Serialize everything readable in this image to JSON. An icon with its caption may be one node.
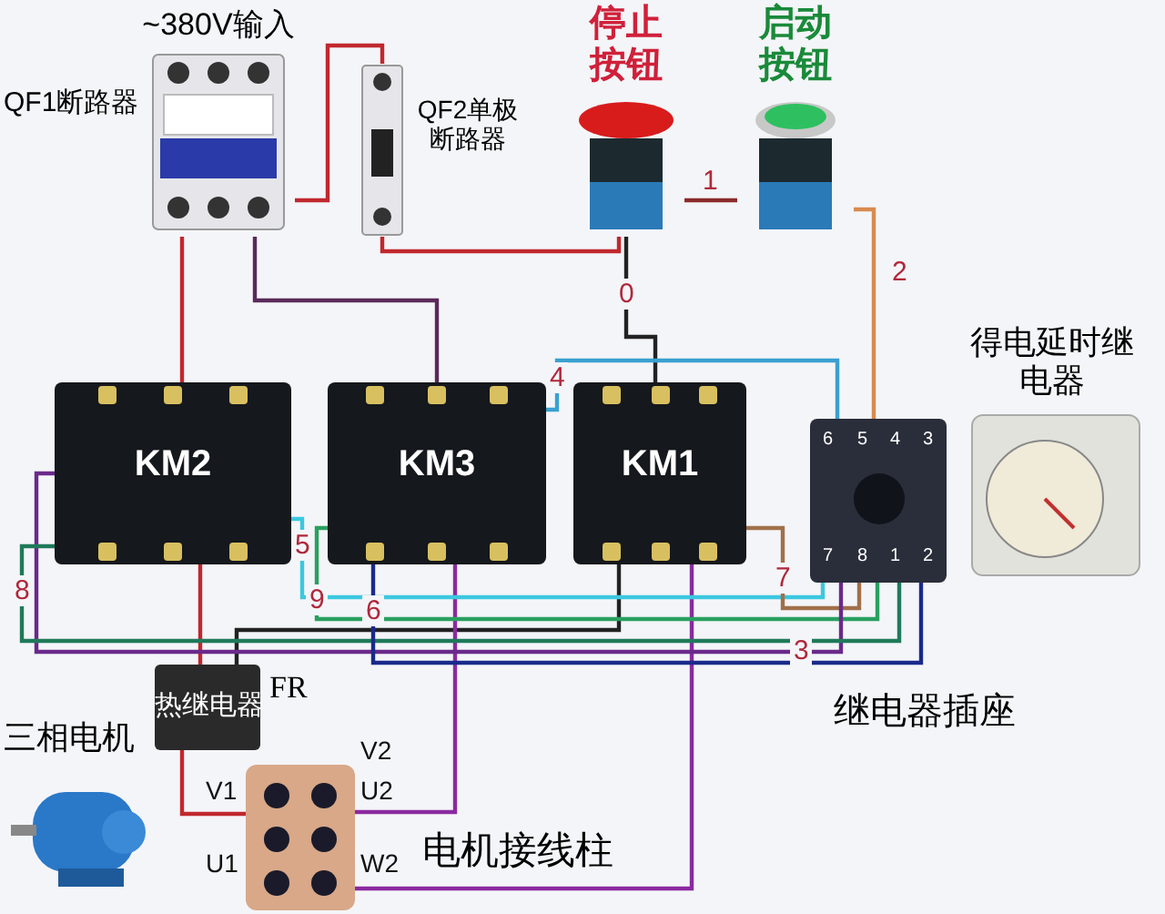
{
  "diagram": {
    "nodes": [
      {
        "text": [
          "~380V输入"
        ],
        "beside": [
          "QF1断路器"
        ]
      },
      {
        "text": [],
        "shape": "box",
        "beside": [
          "QF2单极断路器"
        ]
      },
      {
        "text": [
          "停止按钮"
        ]
      },
      {
        "text": [
          "启动按钮"
        ]
      },
      {
        "text": [
          "KM2"
        ]
      },
      {
        "text": [
          "KM3"
        ]
      },
      {
        "text": [
          "KM1"
        ]
      },
      {
        "text": [],
        "shape": "box",
        "beside": [
          "继电器插座"
        ]
      },
      {
        "text": [
          "得电延时继电器"
        ]
      },
      {
        "text": [
          "热继电器"
        ],
        "beside": [
          "FR"
        ]
      },
      {
        "text": [
          "三相电机"
        ]
      },
      {
        "text": [],
        "shape": "box",
        "beside": [
          "电机接线柱"
        ]
      }
    ],
    "edges": [
      {
        "from": 0,
        "to": 4,
        "arrow": "none",
        "color": "#c0282e"
      },
      {
        "from": 0,
        "to": 5,
        "arrow": "none",
        "color": "#5a2a5a"
      },
      {
        "from": 0,
        "to": 1,
        "arrow": "none",
        "color": "#c0282e"
      },
      {
        "from": 1,
        "to": 2,
        "arrow": "none",
        "color": "#c0282e"
      },
      {
        "from": 2,
        "to": 3,
        "label": "1",
        "arrow": "none",
        "color": "#8b2b2b"
      },
      {
        "from": 3,
        "to": 7,
        "label": "2",
        "arrow": "none",
        "color": "#d88a50"
      },
      {
        "from": 2,
        "to": 6,
        "label": "0",
        "arrow": "none",
        "color": "#222222"
      },
      {
        "from": 4,
        "to": 9,
        "arrow": "none",
        "color": "#c0282e"
      },
      {
        "from": 6,
        "to": 9,
        "arrow": "none",
        "color": "#222222"
      },
      {
        "from": 9,
        "to": 11,
        "arrow": "none",
        "color": "#c0282e"
      },
      {
        "from": 5,
        "to": 11,
        "arrow": "none",
        "color": "#8a2aa0"
      },
      {
        "from": 6,
        "to": 11,
        "arrow": "none",
        "color": "#8a2aa0"
      },
      {
        "from": 4,
        "to": 7,
        "label": "5",
        "arrow": "none",
        "color": "#3cc8e0"
      },
      {
        "from": 5,
        "to": 7,
        "label": "4",
        "arrow": "none",
        "color": "#3aa0d0"
      },
      {
        "from": 6,
        "to": 7,
        "label": "7",
        "arrow": "none",
        "color": "#a0704a"
      },
      {
        "from": 5,
        "to": 7,
        "label": "9",
        "arrow": "none",
        "color": "#2aa060"
      },
      {
        "from": 7,
        "to": 4,
        "label": "3",
        "arrow": "none",
        "color": "#6a2a8a"
      },
      {
        "from": 4,
        "to": 7,
        "label": "8",
        "arrow": "none",
        "color": "#1f7a5a"
      },
      {
        "from": 5,
        "to": 7,
        "label": "6",
        "arrow": "none",
        "color": "#1a2a8a"
      }
    ],
    "labels": [
      "6",
      "5",
      "4",
      "3",
      "7",
      "8",
      "1",
      "2",
      "V2",
      "V1",
      "U2",
      "U1",
      "W2"
    ]
  }
}
